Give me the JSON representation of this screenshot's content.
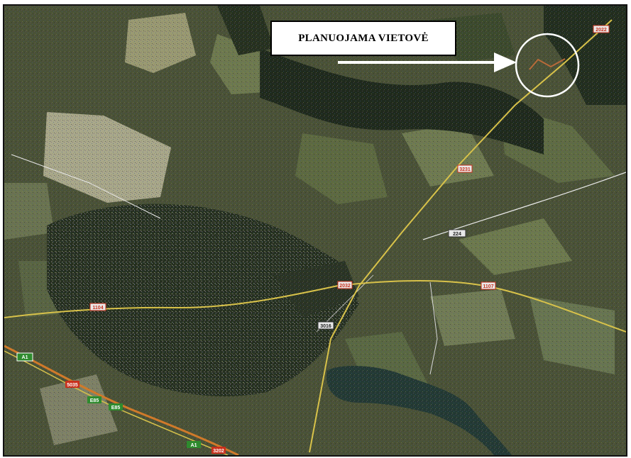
{
  "callout": {
    "label": "PLANUOJAMA  VIETOVĖ"
  },
  "road_labels": [
    {
      "id": "r1",
      "text": "2022"
    },
    {
      "id": "r2",
      "text": "3231"
    },
    {
      "id": "r3",
      "text": "224"
    },
    {
      "id": "r4",
      "text": "1107"
    },
    {
      "id": "r5",
      "text": "2032"
    },
    {
      "id": "r6",
      "text": "3016"
    },
    {
      "id": "r7",
      "text": "1104"
    },
    {
      "id": "r8",
      "text": "A1"
    },
    {
      "id": "r9",
      "text": "5035"
    },
    {
      "id": "r10",
      "text": "E85"
    },
    {
      "id": "r11",
      "text": "3202"
    }
  ],
  "colors": {
    "ground": "#3f4630",
    "field_light": "#a9a88a",
    "field_green": "#5b6a3f",
    "forest": "#1f2a1c",
    "lake": "#233a34",
    "road_yellow": "#d8c24a",
    "highway_orange": "#d07a2a",
    "label_red": "#c8301c",
    "label_green": "#2e8b2e",
    "label_white": "#e9e9e9"
  }
}
